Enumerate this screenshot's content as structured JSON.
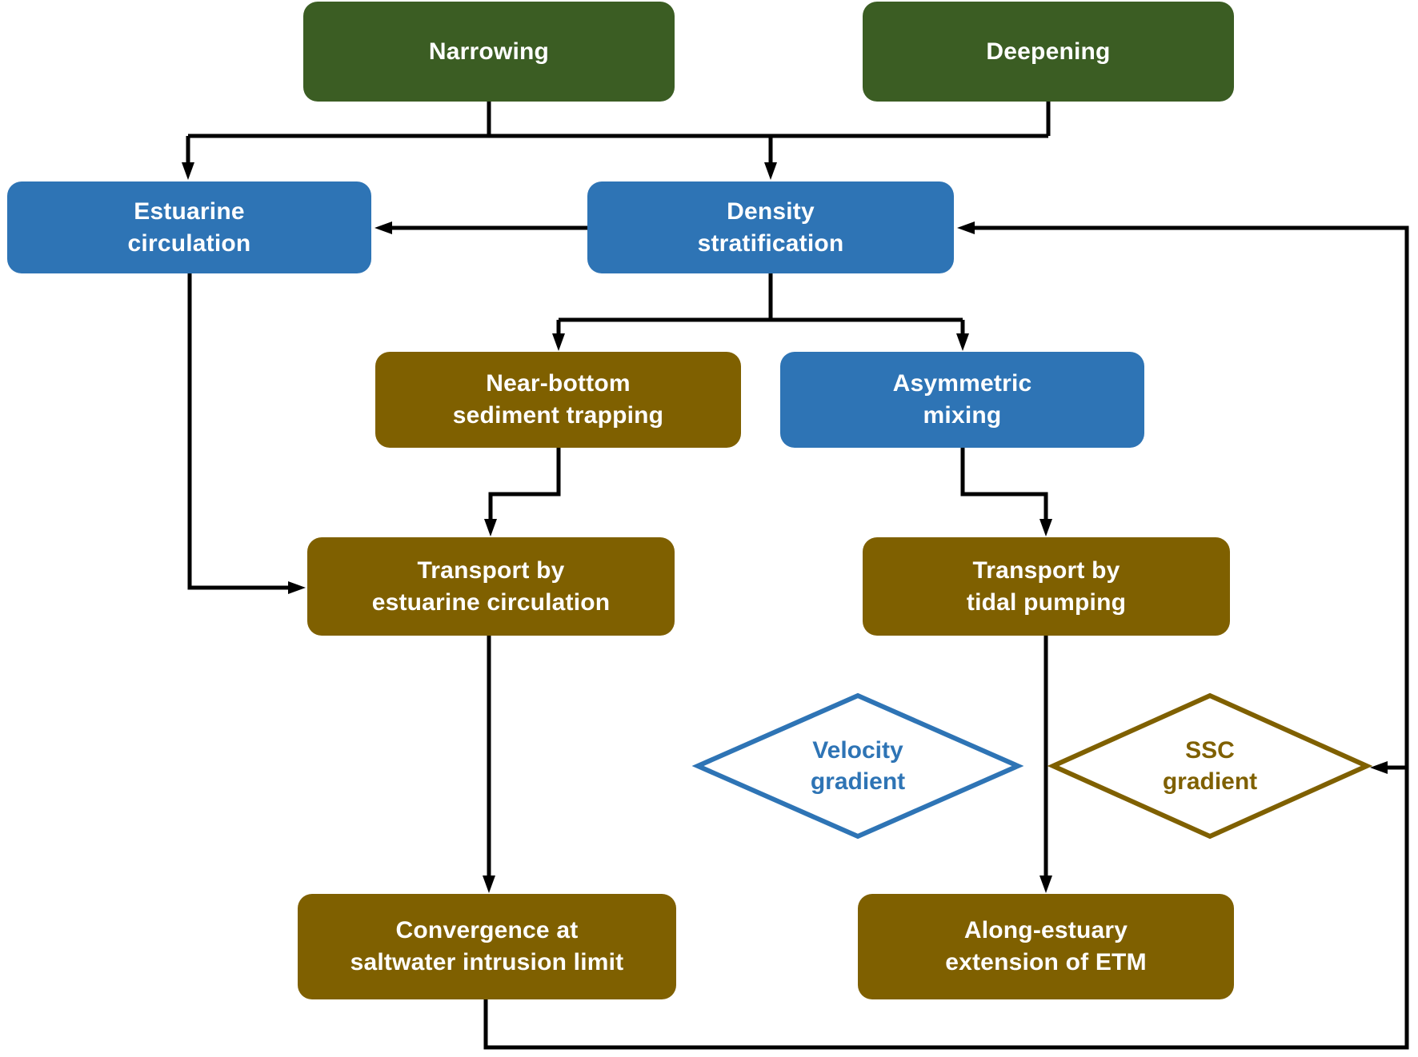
{
  "figure": {
    "type": "flowchart",
    "topic": "Effects of estuary narrowing and deepening on sediment trapping",
    "background": "#ffffff"
  },
  "colors": {
    "forcing_green": "#3B5D23",
    "process_blue": "#2E74B5",
    "sediment_olive": "#7F6000",
    "connector_black": "#000000",
    "label_white": "#ffffff"
  },
  "nodes": {
    "narrowing": {
      "label": "Narrowing",
      "color": "#3B5D23"
    },
    "deepening": {
      "label": "Deepening",
      "color": "#3B5D23"
    },
    "estuarine_circulation": {
      "label": "Estuarine\ncirculation",
      "color": "#2E74B5"
    },
    "density_stratification": {
      "label": "Density\nstratification",
      "color": "#2E74B5"
    },
    "near_bottom_trapping": {
      "label": "Near-bottom\nsediment trapping",
      "color": "#7F6000"
    },
    "asymmetric_mixing": {
      "label": "Asymmetric\nmixing",
      "color": "#2E74B5"
    },
    "transport_estuarine": {
      "label": "Transport by\nestuarine circulation",
      "color": "#7F6000"
    },
    "transport_tidal": {
      "label": "Transport by\ntidal pumping",
      "color": "#7F6000"
    },
    "convergence": {
      "label": "Convergence at\nsaltwater intrusion limit",
      "color": "#7F6000"
    },
    "along_estuary": {
      "label": "Along-estuary\nextension of ETM",
      "color": "#7F6000"
    }
  },
  "decisions": {
    "velocity_gradient": {
      "label": "Velocity\ngradient",
      "color": "#2E74B5"
    },
    "ssc_gradient": {
      "label": "SSC\ngradient",
      "color": "#7F6000"
    }
  }
}
